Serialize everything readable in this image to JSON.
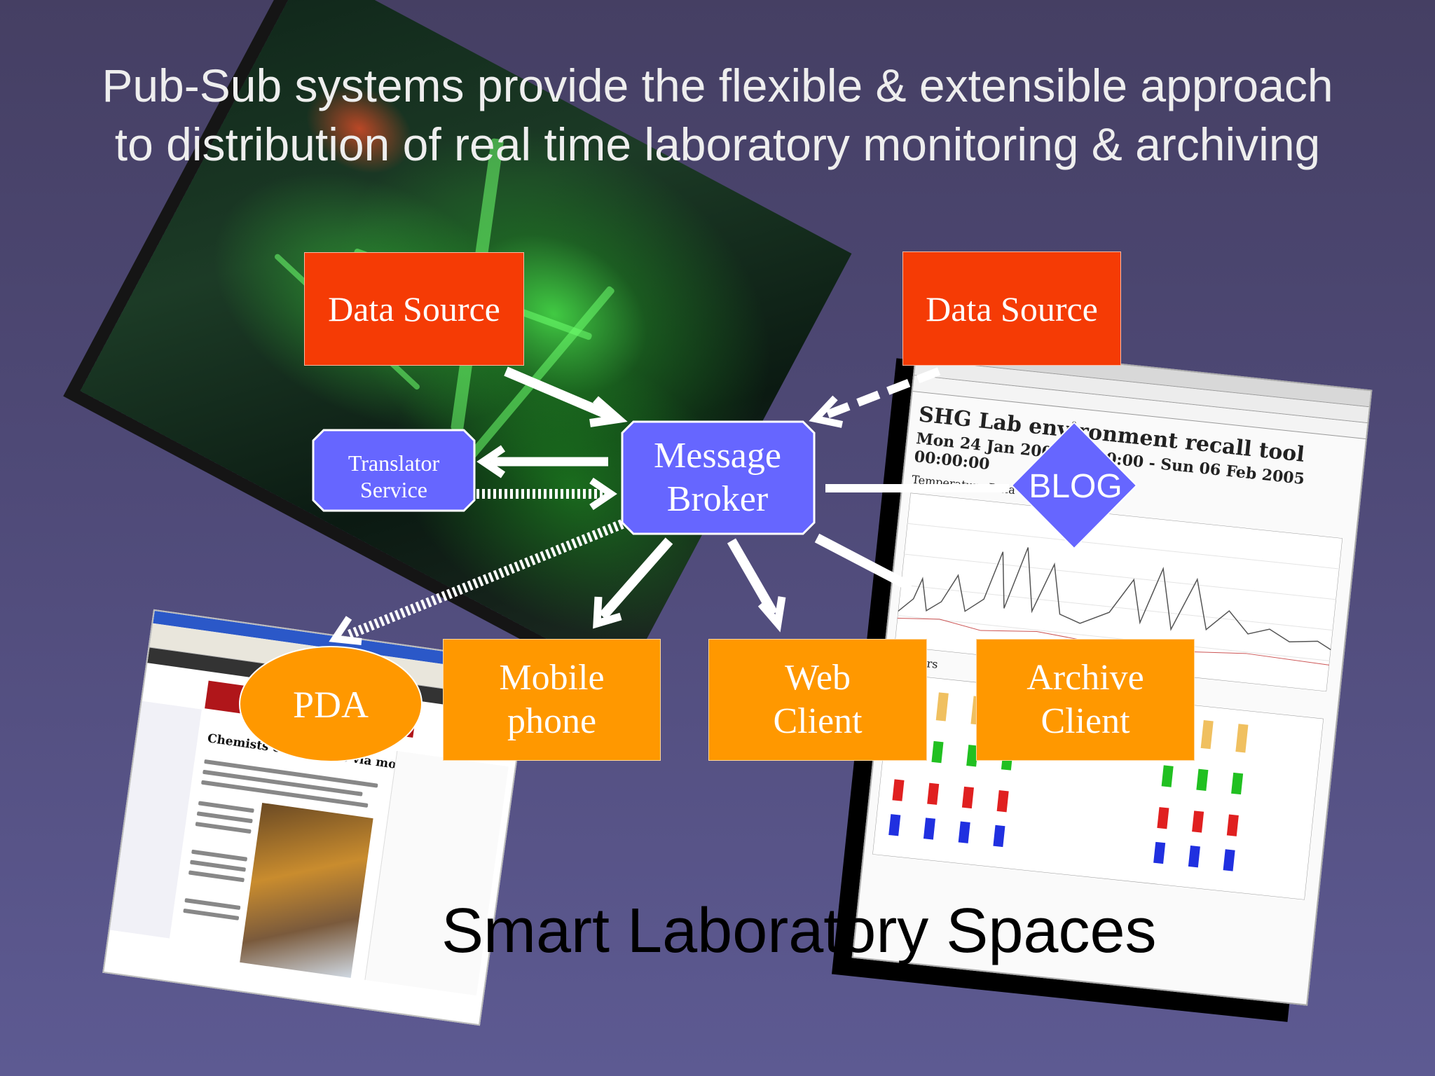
{
  "title": {
    "line1": "Pub-Sub systems provide the flexible & extensible approach",
    "line2": "to distribution of real time laboratory monitoring & archiving"
  },
  "nodes": {
    "data_source_1": "Data Source",
    "data_source_2": "Data Source",
    "message_broker": "Message\nBroker",
    "translator_service": "Translator\nService",
    "blog": "BLOG",
    "pda": "PDA",
    "mobile_phone": "Mobile\nphone",
    "web_client": "Web\nClient",
    "archive_client": "Archive\nClient"
  },
  "recall_screenshot": {
    "heading": "SHG Lab environment recall tool",
    "date_range": "Mon 24 Jan 2005 00:00:00 - Sun 06 Feb 2005 00:00:00",
    "section1": "Temperature Data",
    "section2": "Sensors"
  },
  "news_screenshot": {
    "headline": "Chemists escape labs via mobiles"
  },
  "footer": "Smart Laboratory Spaces",
  "colors": {
    "background": "#4f4a78",
    "source_red": "#f53b05",
    "client_orange": "#ff9800",
    "broker_blue": "#6666ff"
  }
}
